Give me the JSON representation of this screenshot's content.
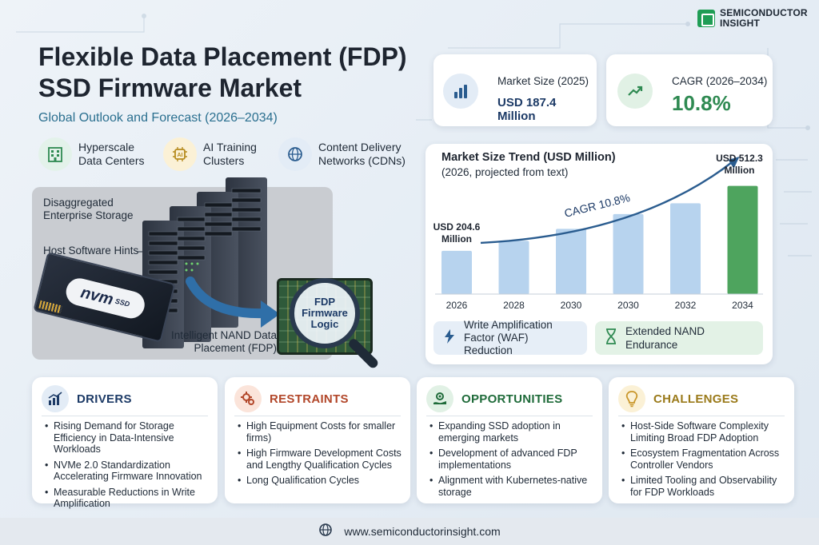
{
  "brand": {
    "line1": "SEMICONDUCTOR",
    "line2": "INSIGHT"
  },
  "title": "Flexible Data Placement (FDP) SSD Firmware Market",
  "subtitle": "Global Outlook and Forecast (2026–2034)",
  "use_cases": [
    {
      "label": "Hyperscale Data Centers",
      "icon": "building-icon",
      "color": "#e3f2ea"
    },
    {
      "label": "AI Training Clusters",
      "icon": "ai-chip-icon",
      "color": "#fbf1d6"
    },
    {
      "label": "Content Delivery Networks (CDNs)",
      "icon": "globe-icon",
      "color": "#e3ecf6"
    }
  ],
  "illustration": {
    "storage_label": "Disaggregated Enterprise Storage",
    "hints_label": "Host Software Hints",
    "placement_label": "Intelligent NAND Data Placement (FDP)",
    "ssd_text": "nvm",
    "ssd_sub": "SSD",
    "magnifier_text": "FDP Firmware Logic"
  },
  "kpis": {
    "market_size": {
      "label": "Market Size (2025)",
      "value": "USD 187.4 Million",
      "icon": "bar-chart-icon"
    },
    "cagr": {
      "label": "CAGR (2026–2034)",
      "value": "10.8%",
      "icon": "trend-up-icon"
    }
  },
  "chart_data": {
    "type": "bar",
    "title": "Market Size Trend (USD Million)",
    "subtitle": "(2026, projected from text)",
    "categories": [
      "2026",
      "2028",
      "2030",
      "2030",
      "2032",
      "2034"
    ],
    "values": [
      204.6,
      252,
      309,
      379,
      430,
      512.3
    ],
    "ylim": [
      0,
      560
    ],
    "first_label": "USD 204.6 Million",
    "last_label": "USD 512.3 Million",
    "trend_label": "CAGR 10.8%",
    "bar_color": "#b7d3ee",
    "highlight_color": "#4ea45e",
    "grid": false
  },
  "benefits": [
    {
      "label": "Write Amplification Factor (WAF) Reduction",
      "icon": "lightning-icon"
    },
    {
      "label": "Extended NAND Endurance",
      "icon": "hourglass-icon"
    }
  ],
  "sections": [
    {
      "title": "DRIVERS",
      "icon": "growth-chart-icon",
      "color": "#1c3a66",
      "icon_bg": "#e3ecf6",
      "items": [
        "Rising Demand for Storage Efficiency in Data-Intensive Workloads",
        "NVMe 2.0 Standardization Accelerating Firmware Innovation",
        "Measurable Reductions in Write Amplification"
      ]
    },
    {
      "title": "RESTRAINTS",
      "icon": "gears-icon",
      "color": "#b2472a",
      "icon_bg": "#fbe4da",
      "items": [
        "High Equipment Costs for smaller firms)",
        "High Firmware Development Costs and Lengthy Qualification Cycles",
        "Long Qualification Cycles"
      ]
    },
    {
      "title": "OPPORTUNITIES",
      "icon": "gear-hand-icon",
      "color": "#1f6b3a",
      "icon_bg": "#e1f1e5",
      "items": [
        "Expanding SSD adoption in emerging markets",
        "Development of advanced FDP implementations",
        "Alignment with Kubernetes-native storage"
      ]
    },
    {
      "title": "CHALLENGES",
      "icon": "lightbulb-icon",
      "color": "#9a7a1a",
      "icon_bg": "#fbf1d6",
      "items": [
        "Host-Side Software Complexity Limiting Broad FDP Adoption",
        "Ecosystem Fragmentation Across Controller Vendors",
        "Limited Tooling and Observability for FDP Workloads"
      ]
    }
  ],
  "footer": {
    "url": "www.semiconductorinsight.com",
    "icon": "globe-icon"
  }
}
